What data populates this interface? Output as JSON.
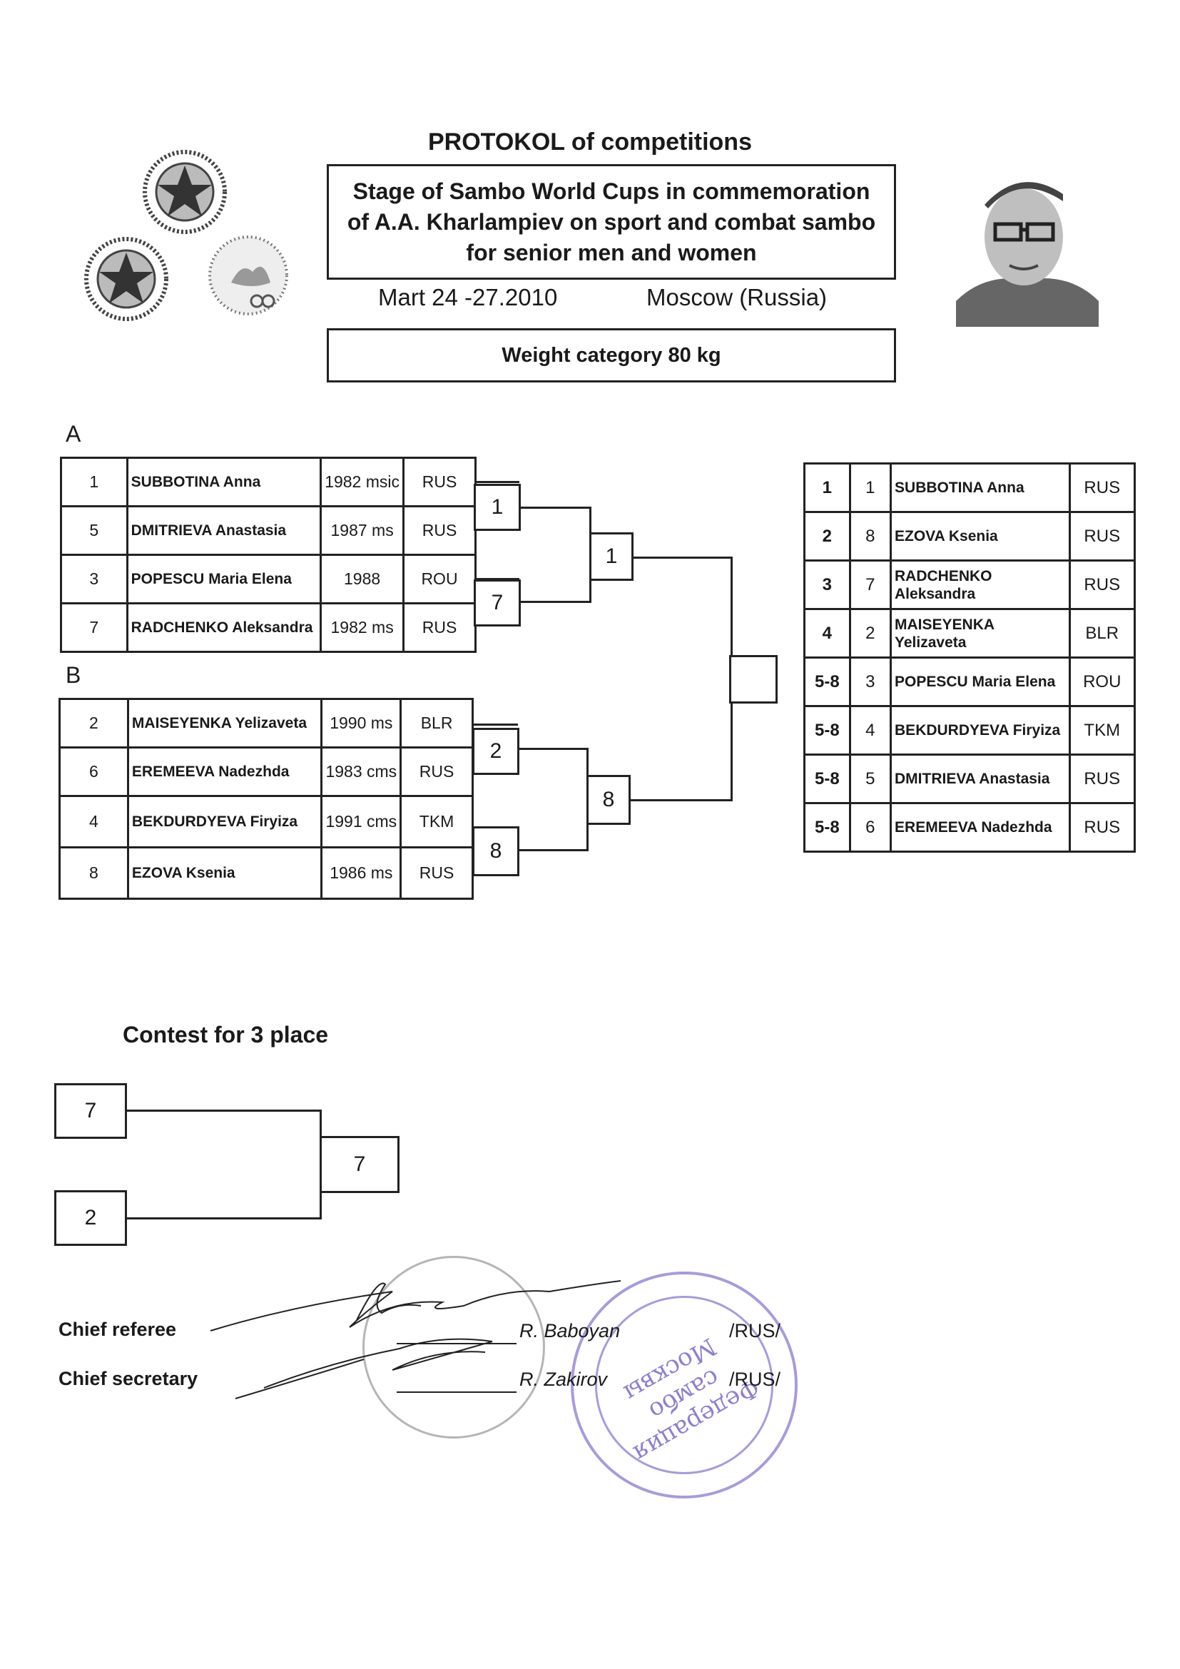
{
  "header": {
    "title": "PROTOKOL of competitions",
    "event_lines": [
      "Stage of Sambo World  Cups in commemoration",
      "of A.A. Kharlampiev on sport and combat sambo",
      "for senior men and women"
    ],
    "dates": "Mart  24 -27.2010",
    "location": "Moscow (Russia)",
    "weight_category": "Weight category 80 kg"
  },
  "pool_a": {
    "label": "A",
    "rows": [
      {
        "draw": "1",
        "name": "SUBBOTINA Anna",
        "year": "1982 msic",
        "country": "RUS"
      },
      {
        "draw": "5",
        "name": "DMITRIEVA Anastasia",
        "year": "1987 ms",
        "country": "RUS"
      },
      {
        "draw": "3",
        "name": "POPESCU Maria Elena",
        "year": "1988",
        "country": "ROU"
      },
      {
        "draw": "7",
        "name": "RADCHENKO Aleksandra",
        "year": "1982 ms",
        "country": "RUS"
      }
    ]
  },
  "pool_b": {
    "label": "B",
    "rows": [
      {
        "draw": "2",
        "name": "MAISEYENKA Yelizaveta",
        "year": "1990 ms",
        "country": "BLR"
      },
      {
        "draw": "6",
        "name": "EREMEEVA Nadezhda",
        "year": "1983 cms",
        "country": "RUS"
      },
      {
        "draw": "4",
        "name": "BEKDURDYEVA Firyiza",
        "year": "1991 cms",
        "country": "TKM"
      },
      {
        "draw": "8",
        "name": "EZOVA Ksenia",
        "year": "1986 ms",
        "country": "RUS"
      }
    ]
  },
  "bracket": {
    "a_round1": [
      "1",
      "7"
    ],
    "a_semi": "1",
    "b_round1": [
      "2",
      "8"
    ],
    "b_semi": "8",
    "final": ""
  },
  "results": [
    {
      "place": "1",
      "draw": "1",
      "name": "SUBBOTINA Anna",
      "country": "RUS"
    },
    {
      "place": "2",
      "draw": "8",
      "name": "EZOVA Ksenia",
      "country": "RUS"
    },
    {
      "place": "3",
      "draw": "7",
      "name": "RADCHENKO Aleksandra",
      "country": "RUS"
    },
    {
      "place": "4",
      "draw": "2",
      "name": "MAISEYENKA Yelizaveta",
      "country": "BLR"
    },
    {
      "place": "5-8",
      "draw": "3",
      "name": "POPESCU Maria Elena",
      "country": "ROU"
    },
    {
      "place": "5-8",
      "draw": "4",
      "name": "BEKDURDYEVA Firyiza",
      "country": "TKM"
    },
    {
      "place": "5-8",
      "draw": "5",
      "name": "DMITRIEVA Anastasia",
      "country": "RUS"
    },
    {
      "place": "5-8",
      "draw": "6",
      "name": "EREMEEVA Nadezhda",
      "country": "RUS"
    }
  ],
  "third_place": {
    "title": "Contest for 3 place",
    "top": "7",
    "bottom": "2",
    "winner": "7"
  },
  "officials": [
    {
      "role": "Chief referee",
      "name": "R. Baboyan",
      "country": "/RUS/"
    },
    {
      "role": "Chief  secretary",
      "name": "R. Zakirov",
      "country": "/RUS/"
    }
  ],
  "stamp_text": "Федерация самбо Москвы"
}
